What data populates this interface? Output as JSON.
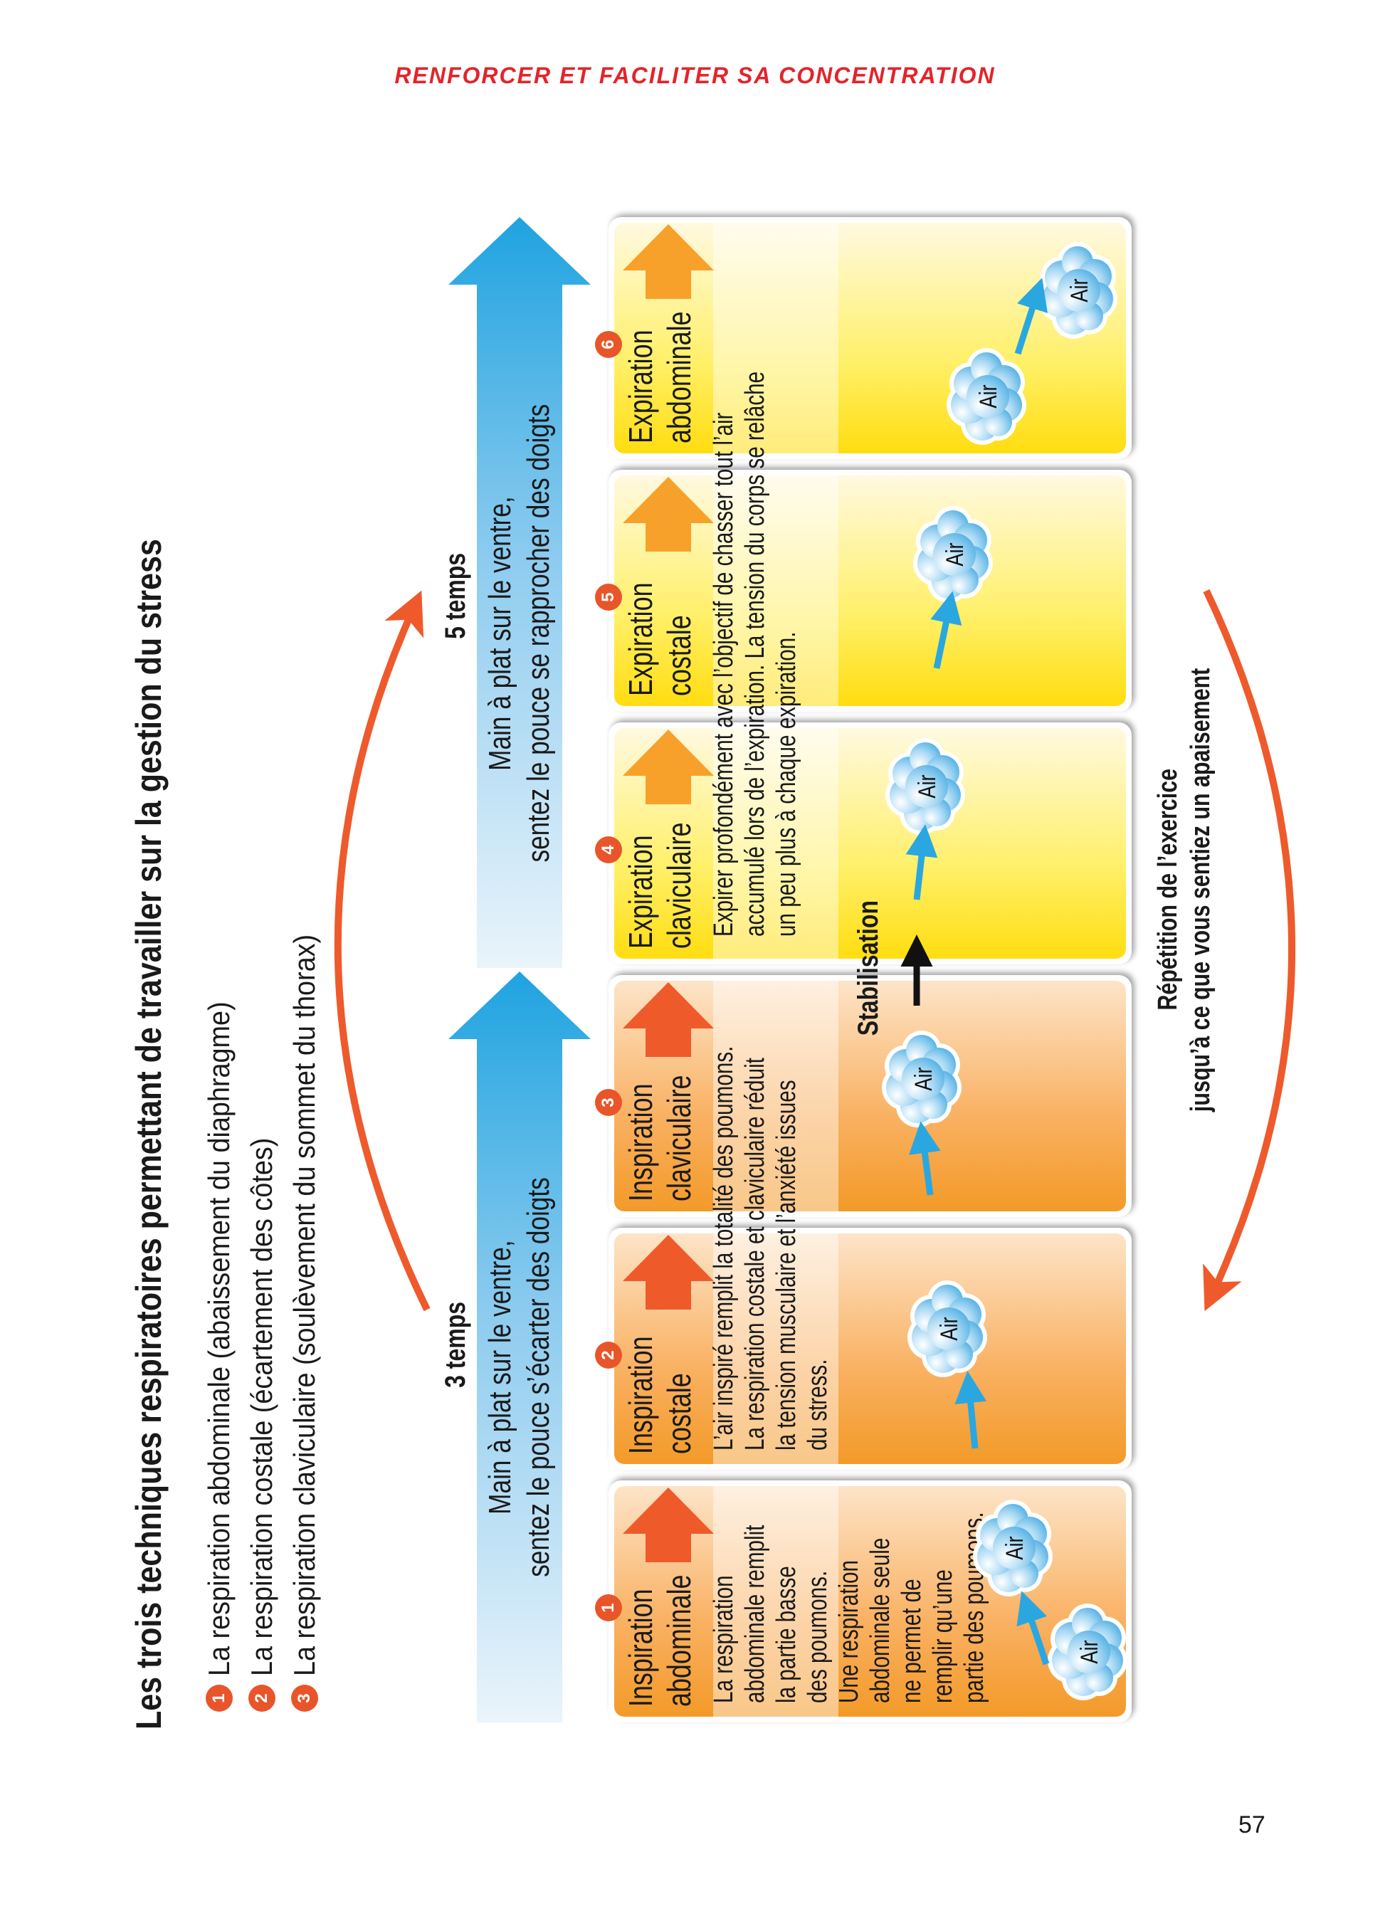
{
  "header": "RENFORCER ET FACILITER SA CONCENTRATION",
  "page_number": "57",
  "title": "Les trois techniques respiratoires permettant de travailler sur la gestion du stress",
  "techniques": [
    {
      "num": "1",
      "label": "La respiration abdominale (abaissement du diaphragme)"
    },
    {
      "num": "2",
      "label": "La respiration costale (écartement des côtes)"
    },
    {
      "num": "3",
      "label": "La respiration claviculaire (soulèvement du sommet du thorax)"
    }
  ],
  "phases": [
    {
      "duration": "3 temps",
      "instruction": [
        "Main à plat sur le ventre,",
        "sentez le pouce s’écarter des doigts"
      ]
    },
    {
      "duration": "5 temps",
      "instruction": [
        "Main à plat sur le ventre,",
        "sentez le pouce se rapprocher des doigts"
      ]
    }
  ],
  "cards": [
    {
      "num": "1",
      "title": [
        "Inspiration",
        "abdominale"
      ]
    },
    {
      "num": "2",
      "title": [
        "Inspiration",
        "costale"
      ]
    },
    {
      "num": "3",
      "title": [
        "Inspiration",
        "claviculaire"
      ]
    },
    {
      "num": "4",
      "title": [
        "Expiration",
        "claviculaire"
      ]
    },
    {
      "num": "5",
      "title": [
        "Expiration",
        "costale"
      ]
    },
    {
      "num": "6",
      "title": [
        "Expiration",
        "abdominale"
      ]
    }
  ],
  "descriptions": {
    "abdominal_inspiration": [
      "La respiration",
      "abdominale remplit",
      "la partie basse",
      "des poumons.",
      "Une respiration",
      "abdominale seule",
      "ne permet de",
      "remplir qu’une",
      "partie des poumons."
    ],
    "upper_inspiration": [
      "L’air inspiré remplit la totalité des poumons.",
      "La respiration costale et claviculaire réduit",
      "la tension musculaire et l’anxiété issues",
      "du stress."
    ],
    "expiration": [
      "Expirer profondément avec l’objectif de chasser tout l’air",
      "accumulé lors de l’expiration. La tension du corps se relâche",
      "un peu plus à chaque expiration."
    ]
  },
  "cloud_label": "Air",
  "stabilisation": "Stabilisation",
  "repetition": [
    "Répétition de l’exercice",
    "jusqu’à ce que vous sentiez un apaisement"
  ],
  "colors": {
    "accent_red": "#e3242b",
    "orange_arrow": "#ef5a2a",
    "yellow_arrow": "#f7a12a",
    "blue": "#29a8e0"
  }
}
